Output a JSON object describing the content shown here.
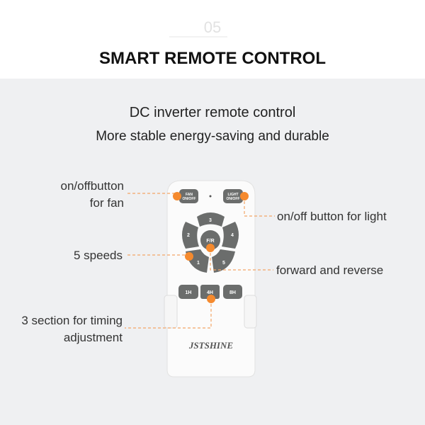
{
  "section_number": "05",
  "title": "SMART REMOTE CONTROL",
  "subtitle_line1": "DC inverter remote control",
  "subtitle_line2": "More stable energy-saving and durable",
  "brand_logo": "JSTSHINE",
  "remote_buttons": {
    "fan": [
      "FAN",
      "ON/OFF"
    ],
    "light": [
      "LIGHT",
      "ON/OFF"
    ],
    "speeds": [
      "1",
      "2",
      "3",
      "4",
      "5"
    ],
    "forward_reverse": "F/R",
    "timers": [
      "1H",
      "4H",
      "8H"
    ]
  },
  "callouts": {
    "fan_line1": "on/offbutton",
    "fan_line2": "for fan",
    "light": "on/off button for light",
    "speeds": "5 speeds",
    "forward_reverse": "forward and reverse",
    "timing_line1": "3 section for timing",
    "timing_line2": "adjustment"
  },
  "colors": {
    "accent": "#f58a2e",
    "background": "#eff0f2",
    "button": "#6b6d6c"
  }
}
